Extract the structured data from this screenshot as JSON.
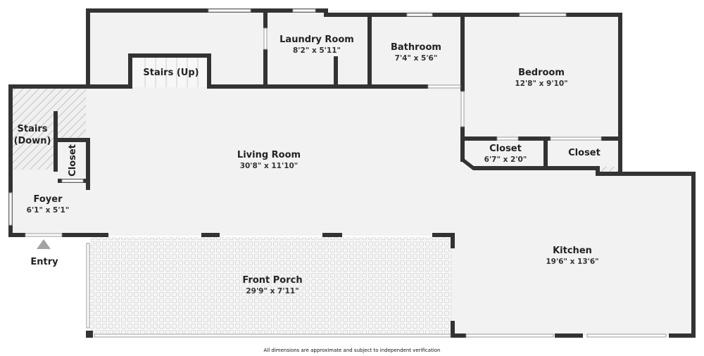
{
  "rooms": {
    "laundry": {
      "name": "Laundry Room",
      "dims": "8'2\" x 5'11\""
    },
    "bathroom": {
      "name": "Bathroom",
      "dims": "7'4\" x 5'6\""
    },
    "bedroom": {
      "name": "Bedroom",
      "dims": "12'8\" x 9'10\""
    },
    "stairs_up": {
      "name": "Stairs (Up)"
    },
    "stairs_down": {
      "name_line1": "Stairs",
      "name_line2": "(Down)"
    },
    "closet_left": {
      "name": "Closet"
    },
    "living": {
      "name": "Living Room",
      "dims": "30'8\" x 11'10\""
    },
    "closet_mid": {
      "name": "Closet",
      "dims": "6'7\" x 2'0\""
    },
    "closet_right": {
      "name": "Closet"
    },
    "foyer": {
      "name": "Foyer",
      "dims": "6'1\" x 5'1\""
    },
    "kitchen": {
      "name": "Kitchen",
      "dims": "19'6\" x 13'6\""
    },
    "porch": {
      "name": "Front Porch",
      "dims": "29'9\" x 7'11\""
    }
  },
  "entry_label": "Entry",
  "disclaimer": "All dimensions are approximate and subject to independent verification",
  "colors": {
    "wall": "#333333",
    "floor": "#f2f2f2",
    "porch": "#f4f4f4",
    "window": "#ffffff"
  }
}
